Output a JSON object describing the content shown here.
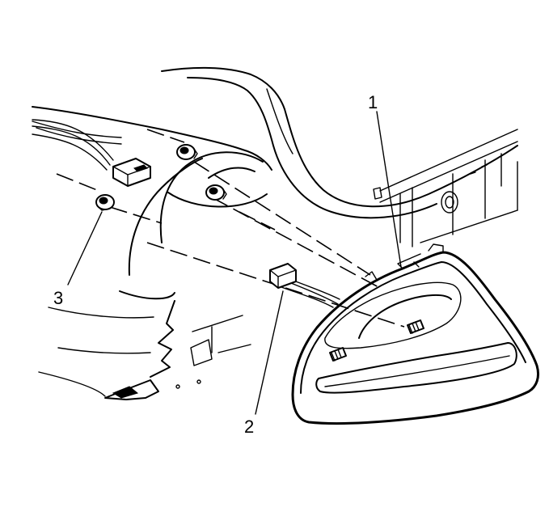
{
  "callouts": {
    "tail_lamp": "1",
    "connector": "2",
    "nut": "3"
  },
  "colors": {
    "line": "#000000",
    "background": "#ffffff"
  }
}
